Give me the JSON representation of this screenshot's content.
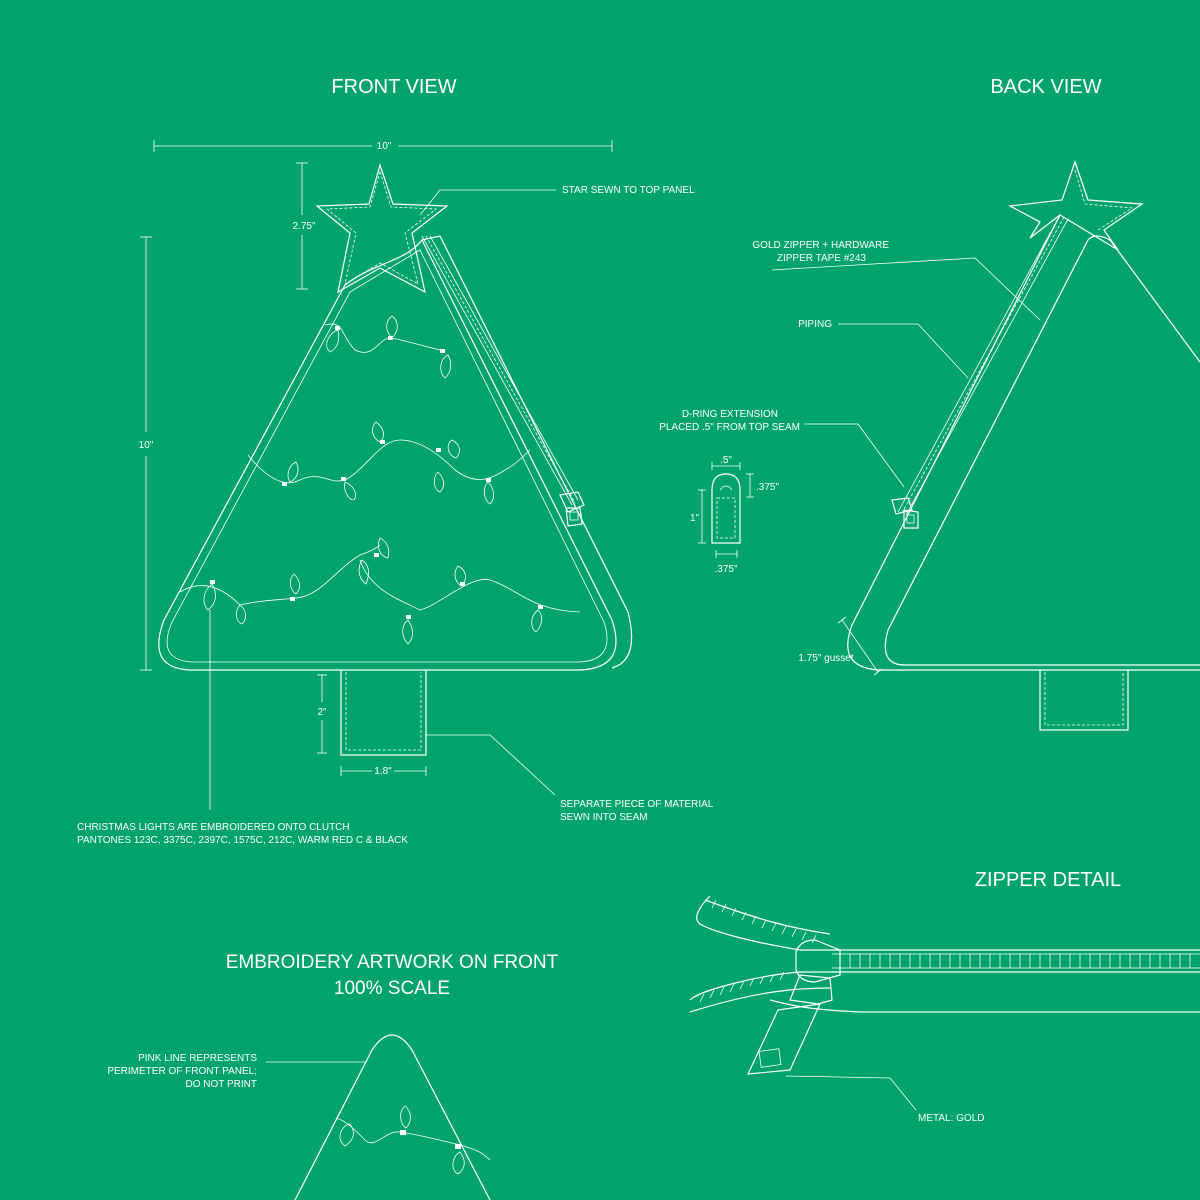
{
  "headings": {
    "front_view": "FRONT VIEW",
    "back_view": "BACK VIEW",
    "zipper_detail": "ZIPPER DETAIL",
    "embroidery_line1": "EMBROIDERY ARTWORK ON FRONT",
    "embroidery_line2": "100% SCALE"
  },
  "dimensions": {
    "width_top": "10\"",
    "height_left": "10\"",
    "star_height": "2.75\"",
    "tab_height": "2\"",
    "tab_width": "1.8\"",
    "dring_width": ".5\"",
    "dring_loop": ".375\"",
    "dring_height": "1\"",
    "dring_bottom": ".375\"",
    "gusset": "1.75\" gusset"
  },
  "callouts": {
    "star": "STAR SEWN TO TOP PANEL",
    "zipper_line1": "GOLD ZIPPER + HARDWARE",
    "zipper_line2": "ZIPPER TAPE #243",
    "piping": "PIPING",
    "dring_line1": "D-RING EXTENSION",
    "dring_line2": "PLACED .5\" FROM TOP SEAM",
    "separate_line1": "SEPARATE PIECE OF MATERIAL",
    "separate_line2": "SEWN INTO SEAM",
    "lights_line1": "CHRISTMAS LIGHTS ARE EMBROIDERED ONTO CLUTCH",
    "lights_line2": "PANTONES 123C, 3375C, 2397C, 1575C, 212C, WARM RED C & BLACK",
    "pink_line1": "PINK LINE REPRESENTS",
    "pink_line2": "PERIMETER OF FRONT PANEL;",
    "pink_line3": "DO NOT PRINT",
    "metal": "METAL: GOLD"
  },
  "colors": {
    "background": "#00A36C",
    "line": "#FFFFFF"
  }
}
